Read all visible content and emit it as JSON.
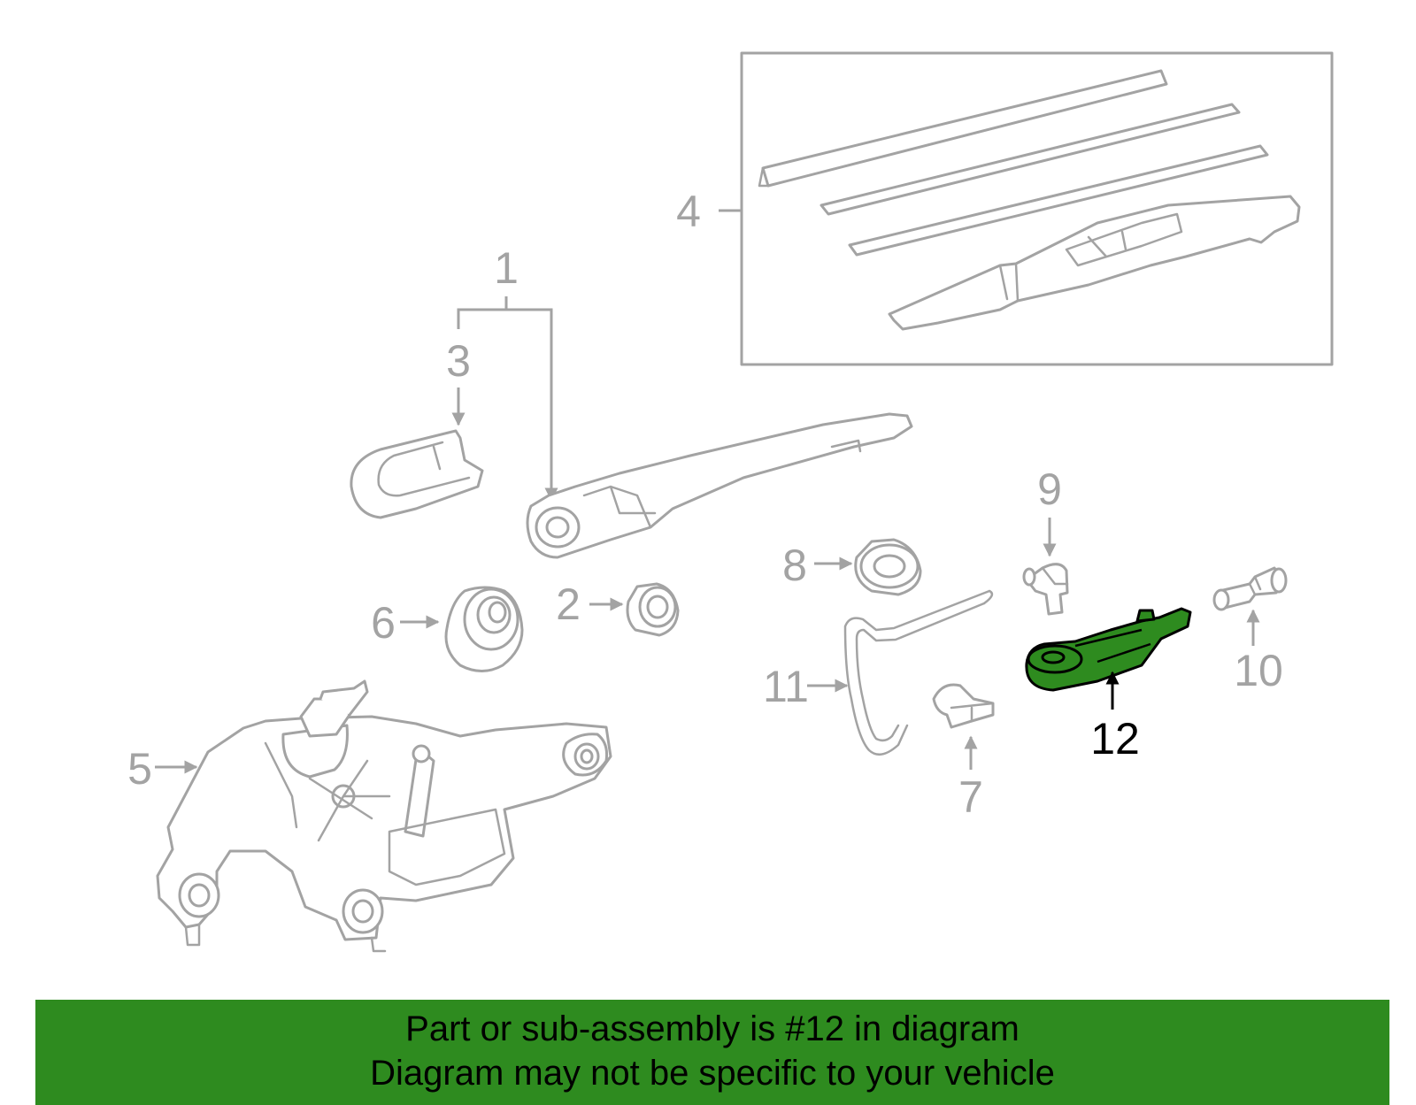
{
  "callouts": {
    "c1": "1",
    "c2": "2",
    "c3": "3",
    "c4": "4",
    "c5": "5",
    "c6": "6",
    "c7": "7",
    "c8": "8",
    "c9": "9",
    "c10": "10",
    "c11": "11",
    "c12": "12"
  },
  "highlight": {
    "part_number": "12",
    "color": "#2e8b1f"
  },
  "banner": {
    "line1": "Part or sub-assembly is #12 in diagram",
    "line2": "Diagram may not be specific to your vehicle",
    "background": "#2e8b1f"
  },
  "colors": {
    "line_art": "#a3a3a3",
    "highlight_outline": "#000000"
  }
}
